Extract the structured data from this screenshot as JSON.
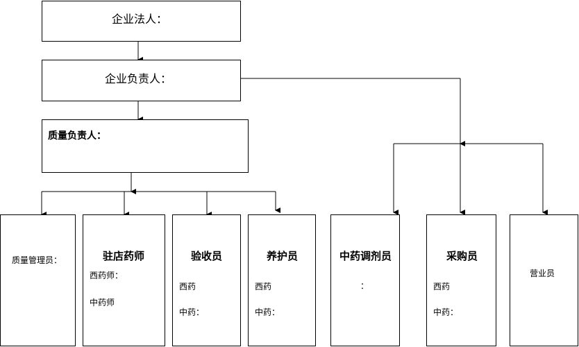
{
  "top": {
    "legal_person": "企业法人：",
    "company_head": "企业负责人：",
    "quality_head": "质量负责人："
  },
  "roles": {
    "quality_manager": {
      "title": "质量管理员："
    },
    "resident_pharmacist": {
      "title": "驻店药师",
      "line1": "西药师：",
      "line2": "中药师"
    },
    "inspector": {
      "title": "验收员",
      "line1": "西药",
      "line2": "中药："
    },
    "maintainer": {
      "title": "养护员",
      "line1": "西药",
      "line2": "中药："
    },
    "tcm_dispenser": {
      "title": "中药调剂员",
      "line1": "："
    },
    "purchaser": {
      "title": "采购员",
      "line1": "西药",
      "line2": "中药："
    },
    "salesperson": {
      "title": "营业员"
    }
  }
}
